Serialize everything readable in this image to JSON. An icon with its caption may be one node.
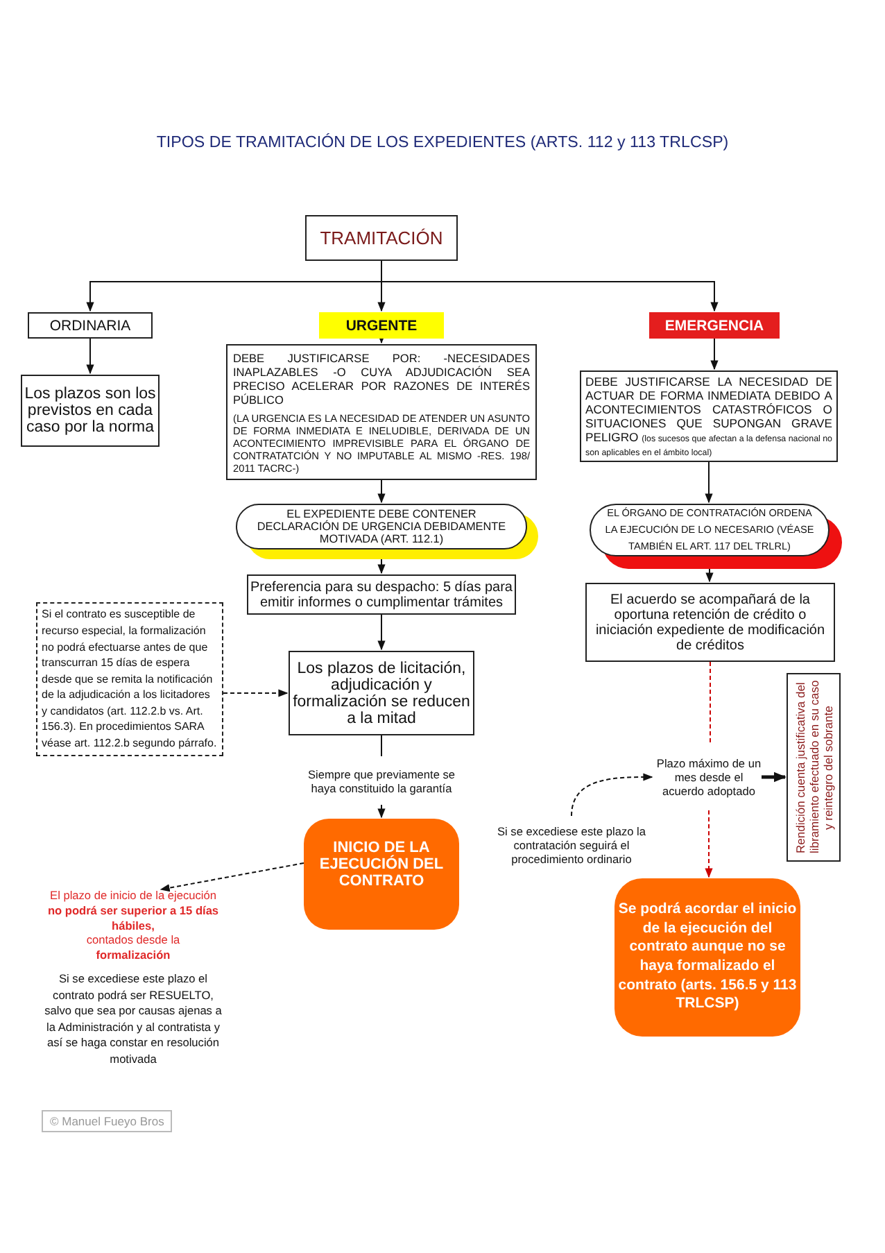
{
  "diagram": {
    "title": "TIPOS DE TRAMITACIÓN DE LOS EXPEDIENTES (ARTS. 112 y 113 TRLCSP)",
    "nodes": [
      {
        "text": [
          "TRAMITACIÓN"
        ]
      },
      {
        "text": [
          "ORDINARIA"
        ]
      },
      {
        "text": [
          "URGENTE"
        ]
      },
      {
        "text": [
          "EMERGENCIA"
        ]
      },
      {
        "text": [
          "Los plazos son los previstos en cada caso por la norma"
        ]
      },
      {
        "text": [
          "DEBE JUSTIFICARSE POR: -NECESIDADES INAPLAZABLES -O CUYA ADJUDICACIÓN SEA PRECISO ACELERAR POR RAZONES DE INTERÉS PÚBLICO",
          "(LA URGENCIA ES LA NECESIDAD DE ATENDER UN ASUNTO DE FORMA INMEDIATA E INELUDIBLE, DERIVADA DE UN ACONTECIMIENTO IMPREVISIBLE PARA EL ÓRGANO DE CONTRATATCIÓN Y NO IMPUTABLE AL MISMO -RES. 198/ 2011 TACRC-)"
        ]
      },
      {
        "text": [
          "DEBE JUSTIFICARSE LA NECESIDAD DE ACTUAR DE FORMA INMEDIATA DEBIDO A ACONTECIMIENTOS CATASTRÓFICOS O SITUACIONES QUE SUPONGAN GRAVE PELIGRO",
          "(los sucesos que afectan a la defensa nacional no son aplicables en el ámbito local)"
        ]
      },
      {
        "text": [
          "EL EXPEDIENTE DEBE CONTENER DECLARACIÓN DE URGENCIA DEBIDAMENTE MOTIVADA (ART. 112.1)"
        ]
      },
      {
        "text": [
          "EL ÓRGANO DE CONTRATACIÓN ORDENA LA EJECUCIÓN DE LO NECESARIO (VÉASE TAMBIÉN EL ART. 117 DEL TRLRL)"
        ]
      },
      {
        "text": [
          "Preferencia para su despacho: 5 días para emitir informes o cumplimentar trámites"
        ]
      },
      {
        "text": [
          "El acuerdo se acompañará de la oportuna retención de crédito o iniciación expediente de modificación de créditos"
        ]
      },
      {
        "text": [
          "Si el contrato es susceptible de recurso especial, la formalización no podrá efectuarse antes de que transcurran 15 días de espera desde que se remita la notificación de la adjudicación a los licitadores y candidatos (art. 112.2.b vs. Art. 156.3). En procedimientos SARA véase art. 112.2.b segundo párrafo."
        ]
      },
      {
        "text": [
          "Los plazos de licitación, adjudicación y formalización se reducen a la mitad"
        ]
      },
      {
        "text": [
          "Rendición cuenta justificativa del libramiento efectuado en su caso y reintegro del sobrante"
        ]
      },
      {
        "text": [
          "Plazo máximo de un mes desde el acuerdo adoptado"
        ]
      },
      {
        "text": [
          "Siempre que previamente se haya constituido la garantía"
        ]
      },
      {
        "text": [
          "Si se excediese este plazo la contratación seguirá el procedimiento ordinario"
        ]
      },
      {
        "text": [
          "INICIO DE LA EJECUCIÓN DEL CONTRATO"
        ]
      },
      {
        "text": [
          "El plazo de inicio de la ejecución **no podrá ser superior a 15 días hábiles,** contados desde la **formalización**"
        ]
      },
      {
        "text": [
          "Se podrá acordar el inicio de la ejecución del contrato aunque no se haya formalizado el contrato (arts. 156.5 y 113 TRLCSP)"
        ]
      }
    ],
    "edges": [
      {
        "from": 0,
        "to": 1,
        "arrow": "to"
      },
      {
        "from": 0,
        "to": 2,
        "arrow": "to"
      },
      {
        "from": 0,
        "to": 3,
        "arrow": "to"
      },
      {
        "from": 1,
        "to": 4,
        "arrow": "to"
      },
      {
        "from": 2,
        "to": 5,
        "arrow": "to"
      },
      {
        "from": 3,
        "to": 6,
        "arrow": "to"
      },
      {
        "from": 5,
        "to": 7,
        "arrow": "to"
      },
      {
        "from": 6,
        "to": 8,
        "arrow": "to"
      },
      {
        "from": 7,
        "to": 9,
        "arrow": "to"
      },
      {
        "from": 8,
        "to": 10,
        "arrow": "to"
      },
      {
        "from": 9,
        "to": 12,
        "arrow": "to"
      },
      {
        "from": 11,
        "to": 12,
        "arrow": "to",
        "style": "dashed"
      },
      {
        "from": 12,
        "to": 15,
        "arrow": "none"
      },
      {
        "from": 15,
        "to": 17,
        "arrow": "to"
      },
      {
        "from": 10,
        "to": 14,
        "arrow": "none",
        "style": "dashed",
        "color": "#cc0000"
      },
      {
        "from": 14,
        "to": 19,
        "arrow": "to",
        "style": "dashed",
        "color": "#cc0000"
      },
      {
        "from": 14,
        "to": 13,
        "arrow": "to",
        "style": "thick"
      },
      {
        "from": 16,
        "to": 14,
        "arrow": "to",
        "style": "dashed"
      },
      {
        "from": 17,
        "to": 18,
        "arrow": "to",
        "style": "dashed"
      }
    ],
    "labels": [
      "Si se excediese este plazo el contrato podrá ser RESUELTO, salvo que sea por causas ajenas a la Administración y al contratista y así se haga constar en resolución motivada",
      "© Manuel Fueyo Bros"
    ]
  }
}
